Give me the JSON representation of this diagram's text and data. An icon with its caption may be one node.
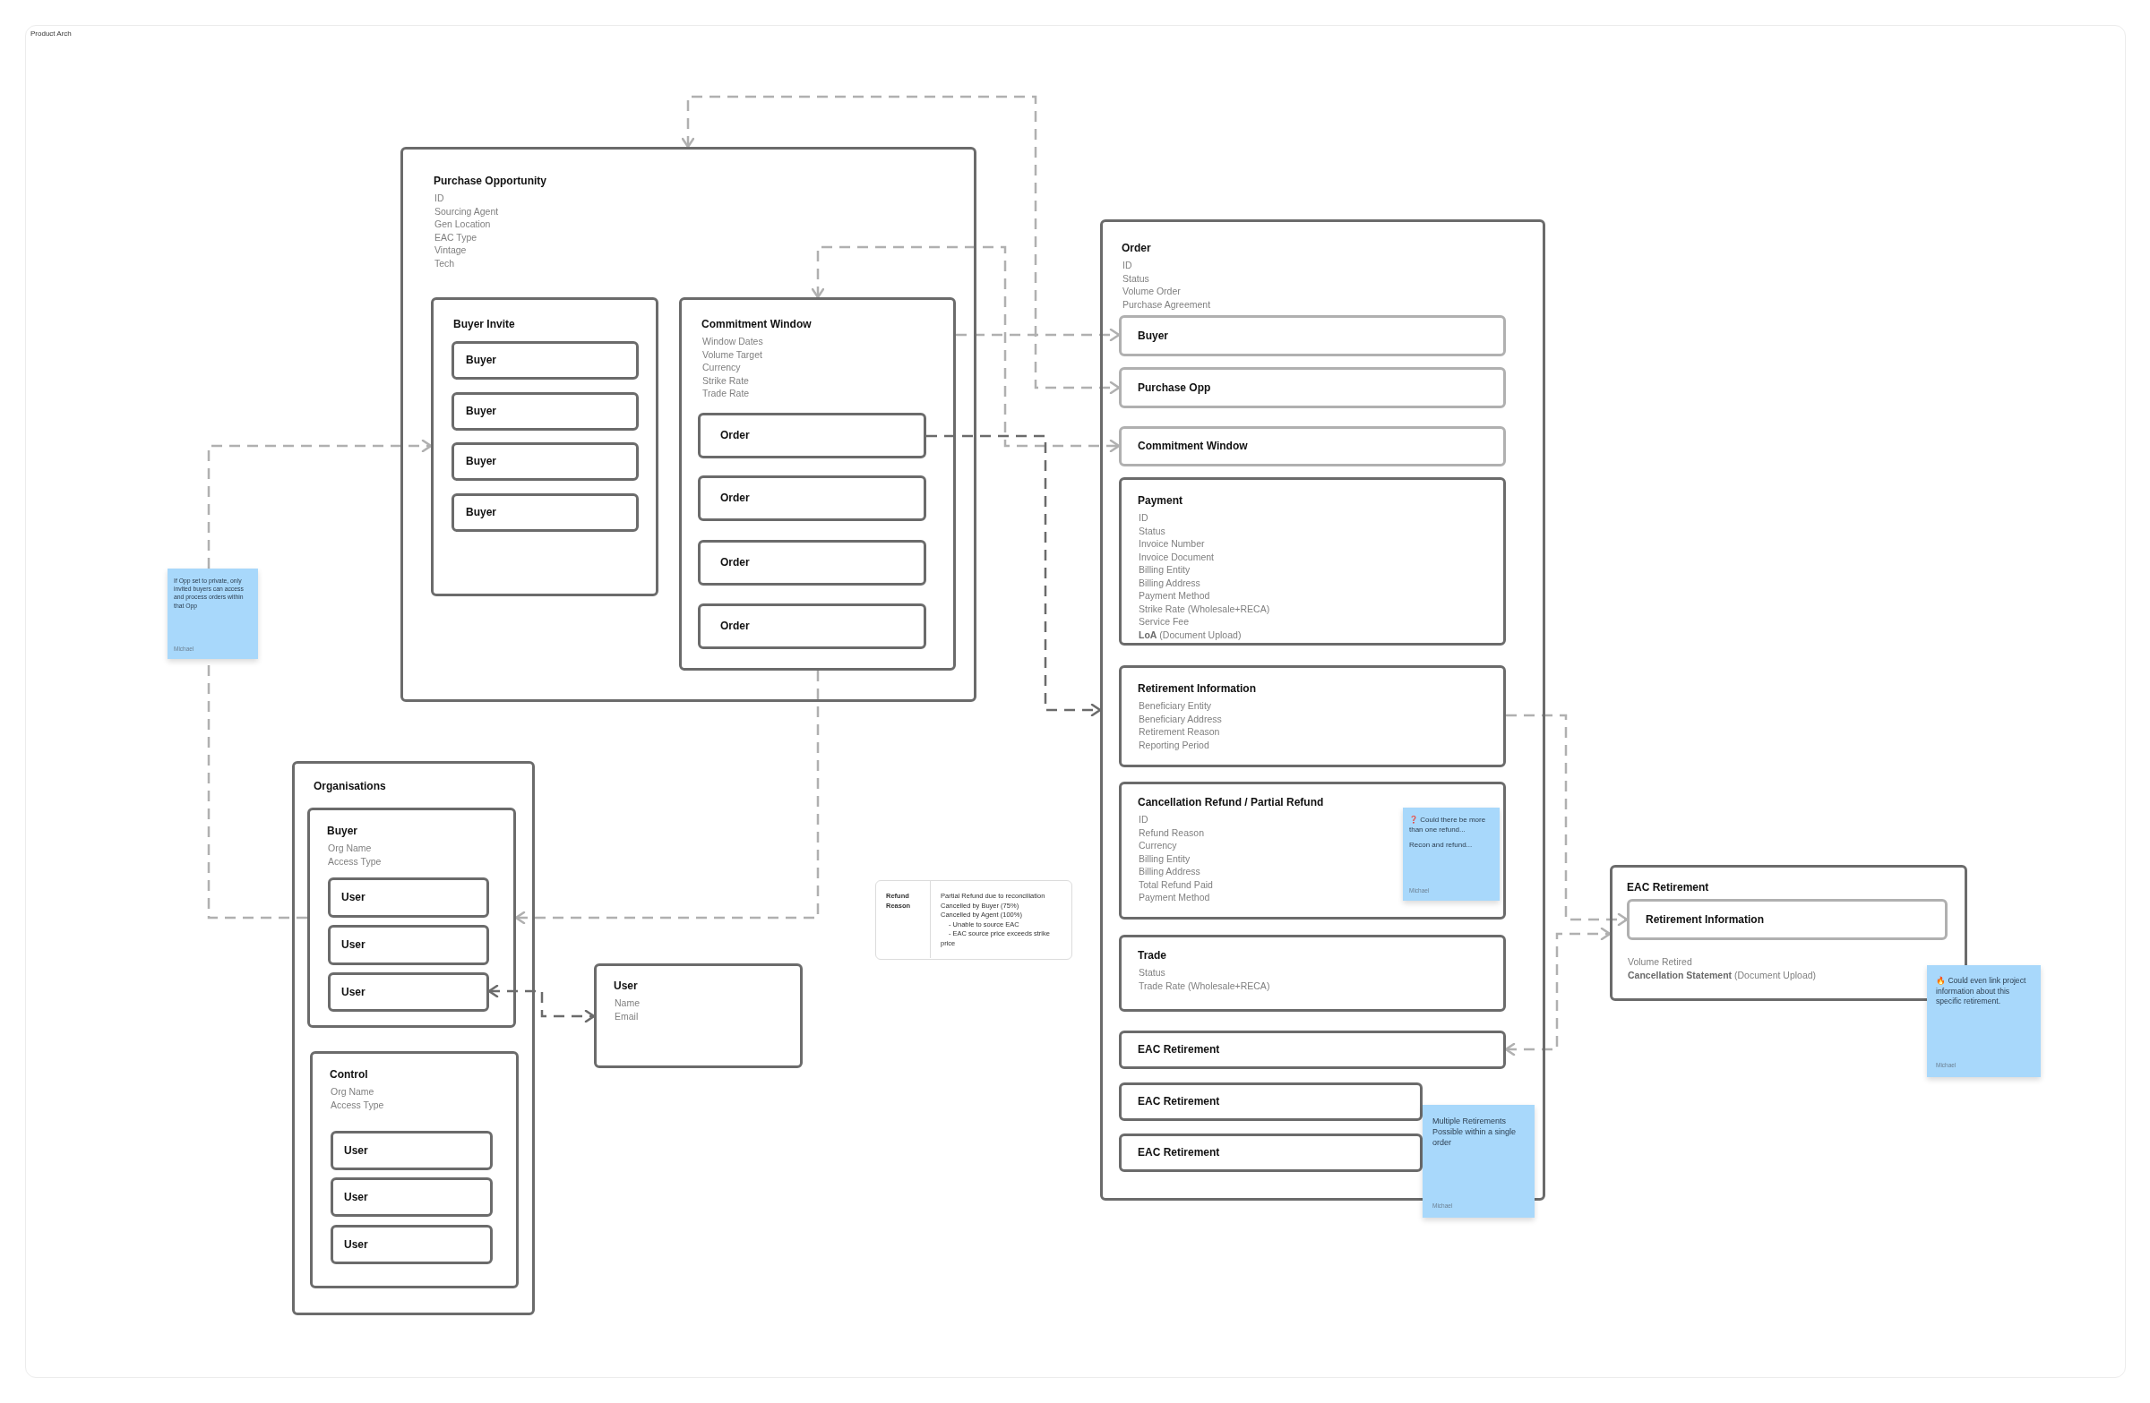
{
  "diagram": {
    "nodes": [
      {
        "text": [
          "Purchase Opportunity",
          "ID",
          "Sourcing Agent",
          "Gen Location",
          "EAC Type",
          "Vintage",
          "Tech"
        ]
      },
      {
        "text": [
          "Buyer Invite"
        ],
        "in": 0
      },
      {
        "text": [
          "Buyer"
        ],
        "in": 1
      },
      {
        "text": [
          "Buyer"
        ],
        "in": 1
      },
      {
        "text": [
          "Buyer"
        ],
        "in": 1
      },
      {
        "text": [
          "Buyer"
        ],
        "in": 1
      },
      {
        "text": [
          "Commitment Window",
          "Window Dates",
          "Volume Target",
          "Currency",
          "Strike Rate",
          "Trade Rate"
        ],
        "in": 0
      },
      {
        "text": [
          "Order"
        ],
        "in": 6
      },
      {
        "text": [
          "Order"
        ],
        "in": 6
      },
      {
        "text": [
          "Order"
        ],
        "in": 6
      },
      {
        "text": [
          "Order"
        ],
        "in": 6
      },
      {
        "text": [
          "Order",
          "ID",
          "Status",
          "Volume Order",
          "Purchase Agreement"
        ]
      },
      {
        "text": [
          "Buyer"
        ],
        "in": 11
      },
      {
        "text": [
          "Purchase Opp"
        ],
        "in": 11
      },
      {
        "text": [
          "Commitment Window"
        ],
        "in": 11
      },
      {
        "text": [
          "Payment",
          "ID",
          "Status",
          "Invoice Number",
          "Invoice Document",
          "Billing Entity",
          "Billing Address",
          "Payment Method",
          "Strike Rate (Wholesale+RECA)",
          "Service Fee",
          "**LoA** (Document Upload)"
        ],
        "in": 11
      },
      {
        "text": [
          "Retirement Information",
          "Beneficiary Entity",
          "Beneficiary Address",
          "Retirement Reason",
          "Reporting Period"
        ],
        "in": 11
      },
      {
        "text": [
          "Cancellation Refund / Partial Refund",
          "ID",
          "Refund Reason",
          "Currency",
          "Billing Entity",
          "Billing Address",
          "Total Refund Paid",
          "Payment Method"
        ],
        "in": 11
      },
      {
        "text": [
          "❓ Could there be more than one refund...",
          "Recon and refund...",
          "Michael"
        ],
        "in": 17
      },
      {
        "text": [
          "Trade",
          "Status",
          "Trade Rate (Wholesale+RECA)"
        ],
        "in": 11
      },
      {
        "text": [
          "EAC Retirement"
        ],
        "in": 11
      },
      {
        "text": [
          "EAC Retirement"
        ],
        "in": 11
      },
      {
        "text": [
          "EAC Retirement"
        ],
        "in": 11
      },
      {
        "text": [
          "Multiple Retirements Possible within a single order",
          "Michael"
        ]
      },
      {
        "text": [
          "EAC Retirement",
          "Volume Retired",
          "**Cancellation Statement** (Document Upload)"
        ]
      },
      {
        "text": [
          "Retirement Information"
        ],
        "in": 24
      },
      {
        "text": [
          "🔥 Could even link project information about this specific retirement.",
          "Michael"
        ]
      },
      {
        "text": [
          "If Opp set to private, only invited buyers can access and process orders within that Opp",
          "Michael"
        ]
      },
      {
        "text": [
          "Organisations"
        ]
      },
      {
        "text": [
          "Buyer",
          "Org Name",
          "Access Type"
        ],
        "in": 28
      },
      {
        "text": [
          "User"
        ],
        "in": 29
      },
      {
        "text": [
          "User"
        ],
        "in": 29
      },
      {
        "text": [
          "User"
        ],
        "in": 29
      },
      {
        "text": [
          "Control",
          "Org Name",
          "Access Type"
        ],
        "in": 28
      },
      {
        "text": [
          "User"
        ],
        "in": 33
      },
      {
        "text": [
          "User"
        ],
        "in": 33
      },
      {
        "text": [
          "User"
        ],
        "in": 33
      },
      {
        "text": [
          "User",
          "Name",
          "Email"
        ]
      }
    ],
    "edges": [
      {
        "from": 0,
        "to": 13,
        "arrow": "both",
        "style": "dashed"
      },
      {
        "from": 6,
        "to": 14,
        "arrow": "both",
        "style": "dashed"
      },
      {
        "from": 6,
        "to": 12,
        "arrow": "to",
        "style": "dashed"
      },
      {
        "from": 7,
        "to": 11,
        "arrow": "to",
        "style": "dashed",
        "color": "#6b6b6b"
      },
      {
        "from": 27,
        "to": 1,
        "arrow": "to",
        "style": "dashed"
      },
      {
        "from": 29,
        "to": 27,
        "arrow": "none",
        "style": "dashed"
      },
      {
        "from": 6,
        "to": 29,
        "arrow": "to",
        "style": "dashed"
      },
      {
        "from": 32,
        "to": 37,
        "arrow": "both",
        "style": "dashed",
        "color": "#6b6b6b"
      },
      {
        "from": 16,
        "to": 25,
        "arrow": "to",
        "style": "dashed"
      },
      {
        "from": 20,
        "to": 24,
        "arrow": "both",
        "style": "dashed"
      }
    ],
    "labels": [
      "Product Arch",
      "Refund Reason",
      "Partial Refund due to reconciliation",
      "Cancelled by Buyer (75%)",
      "Cancelled by Agent (100%)",
      "- Unable to source EAC",
      "- EAC source price exceeds strike price"
    ]
  }
}
